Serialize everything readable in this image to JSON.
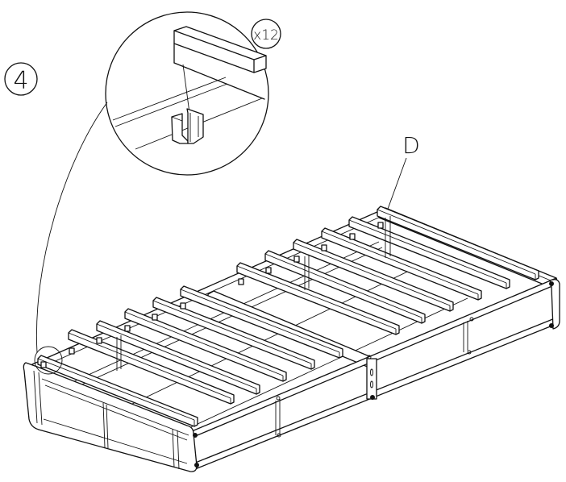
{
  "diagram": {
    "type": "assembly-instruction",
    "subject": "metal bed frame with wooden slats",
    "step": {
      "number": "4"
    },
    "detail_callout": {
      "quantity": "x12",
      "description": "slat placed into clip on side rail (magnified detail)"
    },
    "part_label": "D",
    "slat_count": 12,
    "colors": {
      "line": "#111111",
      "background": "#ffffff"
    }
  }
}
